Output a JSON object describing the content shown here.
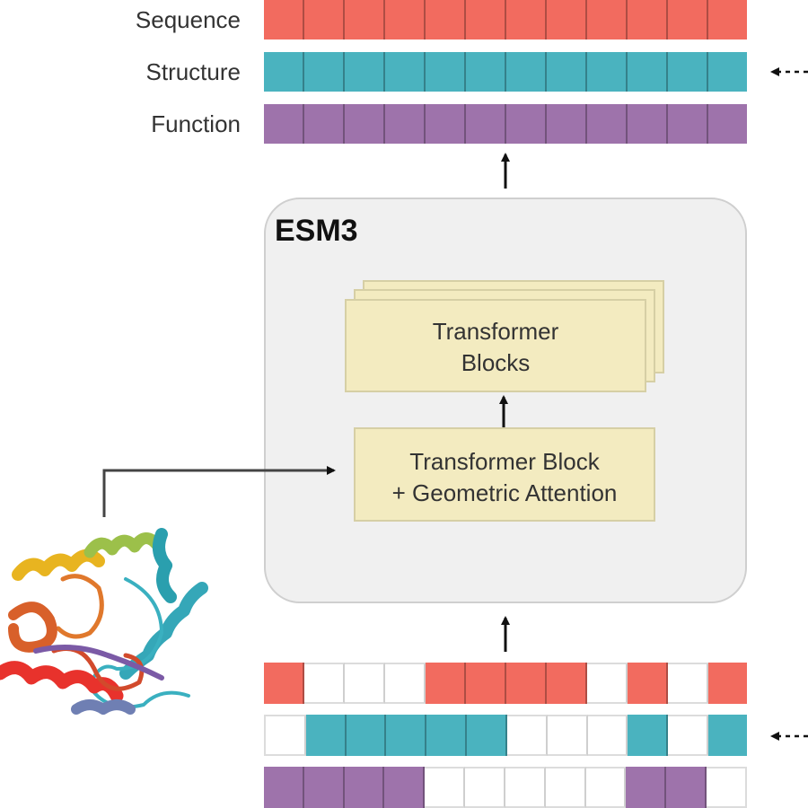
{
  "title": "ESM3",
  "colors": {
    "sequence": "#f26b5f",
    "structure": "#4ab3bf",
    "function": "#9e73ab",
    "empty": "#ffffff",
    "block_fill": "#f3ebc0",
    "model_box_fill": "#f0f0f0"
  },
  "output_tracks": [
    {
      "name": "Sequence",
      "key": "sequence",
      "cells": [
        1,
        1,
        1,
        1,
        1,
        1,
        1,
        1,
        1,
        1,
        1,
        1
      ]
    },
    {
      "name": "Structure",
      "key": "structure",
      "cells": [
        1,
        1,
        1,
        1,
        1,
        1,
        1,
        1,
        1,
        1,
        1,
        1
      ]
    },
    {
      "name": "Function",
      "key": "function",
      "cells": [
        1,
        1,
        1,
        1,
        1,
        1,
        1,
        1,
        1,
        1,
        1,
        1
      ]
    }
  ],
  "input_tracks": [
    {
      "key": "sequence",
      "cells": [
        1,
        0,
        0,
        0,
        1,
        1,
        1,
        1,
        0,
        1,
        0,
        1
      ]
    },
    {
      "key": "structure",
      "cells": [
        0,
        1,
        1,
        1,
        1,
        1,
        0,
        0,
        0,
        1,
        0,
        1
      ]
    },
    {
      "key": "function",
      "cells": [
        1,
        1,
        1,
        1,
        0,
        0,
        0,
        0,
        0,
        1,
        1,
        0
      ]
    }
  ],
  "model": {
    "title": "ESM3",
    "stack_block": {
      "line1": "Transformer",
      "line2": "Blocks"
    },
    "geo_block": {
      "line1": "Transformer Block",
      "line2": "+ Geometric Attention"
    }
  },
  "protein_image": "protein-structure-ribbon"
}
